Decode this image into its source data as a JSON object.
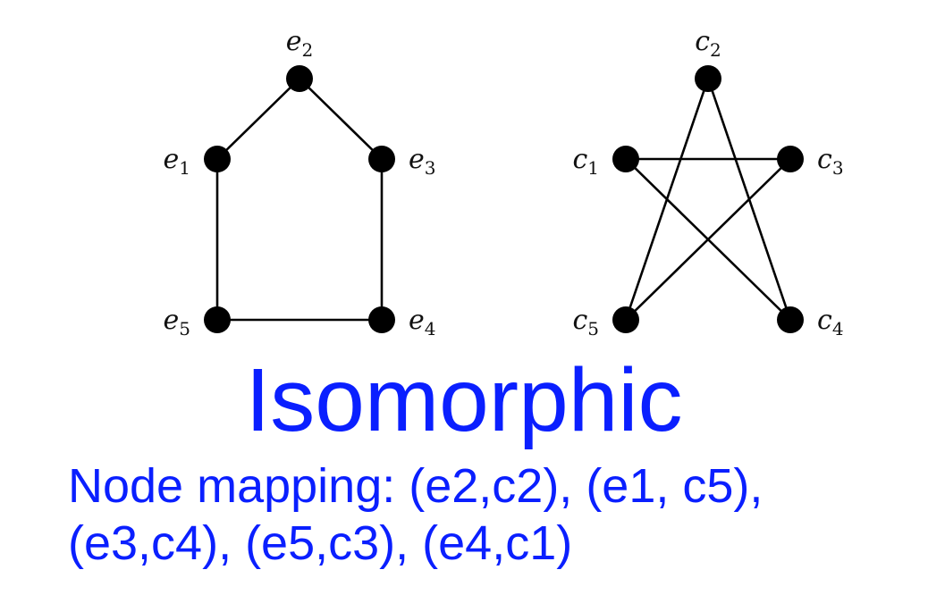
{
  "graphs": [
    {
      "id": "e",
      "nodes": [
        {
          "id": "e2",
          "base": "e",
          "sub": "2"
        },
        {
          "id": "e1",
          "base": "e",
          "sub": "1"
        },
        {
          "id": "e3",
          "base": "e",
          "sub": "3"
        },
        {
          "id": "e5",
          "base": "e",
          "sub": "5"
        },
        {
          "id": "e4",
          "base": "e",
          "sub": "4"
        }
      ],
      "edges": [
        [
          "e2",
          "e1"
        ],
        [
          "e2",
          "e3"
        ],
        [
          "e1",
          "e5"
        ],
        [
          "e3",
          "e4"
        ],
        [
          "e5",
          "e4"
        ]
      ]
    },
    {
      "id": "c",
      "nodes": [
        {
          "id": "c2",
          "base": "c",
          "sub": "2"
        },
        {
          "id": "c1",
          "base": "c",
          "sub": "1"
        },
        {
          "id": "c3",
          "base": "c",
          "sub": "3"
        },
        {
          "id": "c5",
          "base": "c",
          "sub": "5"
        },
        {
          "id": "c4",
          "base": "c",
          "sub": "4"
        }
      ],
      "edges": [
        [
          "c2",
          "c5"
        ],
        [
          "c2",
          "c4"
        ],
        [
          "c1",
          "c3"
        ],
        [
          "c1",
          "c4"
        ],
        [
          "c3",
          "c5"
        ]
      ]
    }
  ],
  "title": "Isomorphic",
  "mapping": {
    "line1": "Node mapping: (e2,c2), (e1, c5),",
    "line2": "(e3,c4), (e5,c3), (e4,c1)"
  },
  "colors": {
    "text_accent": "#0a1fff",
    "node": "#000000",
    "edge": "#000000"
  }
}
